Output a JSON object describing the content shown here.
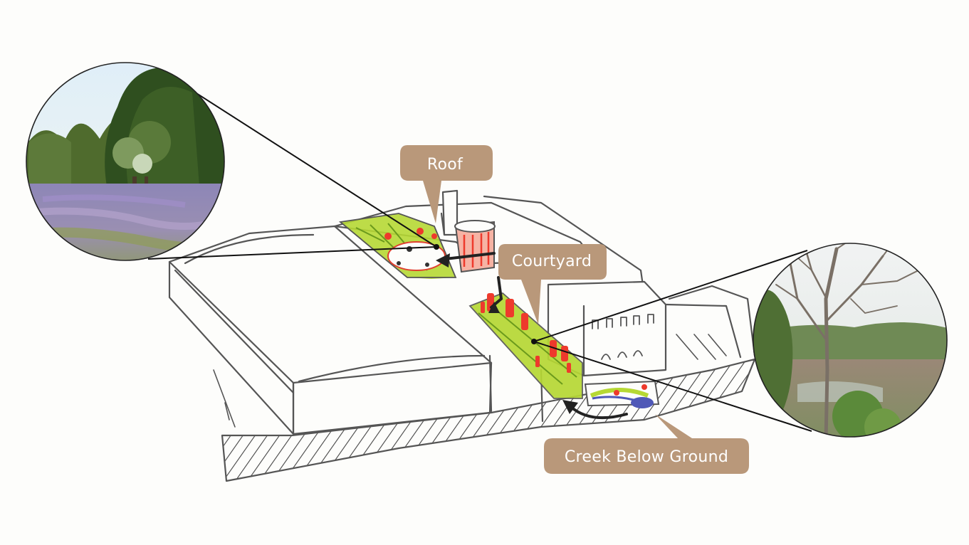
{
  "callouts": {
    "roof": "Roof",
    "courtyard": "Courtyard",
    "creek": "Creek Below Ground"
  },
  "colors": {
    "callout": "#b9987a",
    "sketch": "#555555",
    "green": "#b6d834",
    "red": "#ee3a2c",
    "blue": "#4f58b7"
  },
  "photos": {
    "left": "meadow-with-trees-photo",
    "right": "wetland-with-bare-tree-photo"
  }
}
